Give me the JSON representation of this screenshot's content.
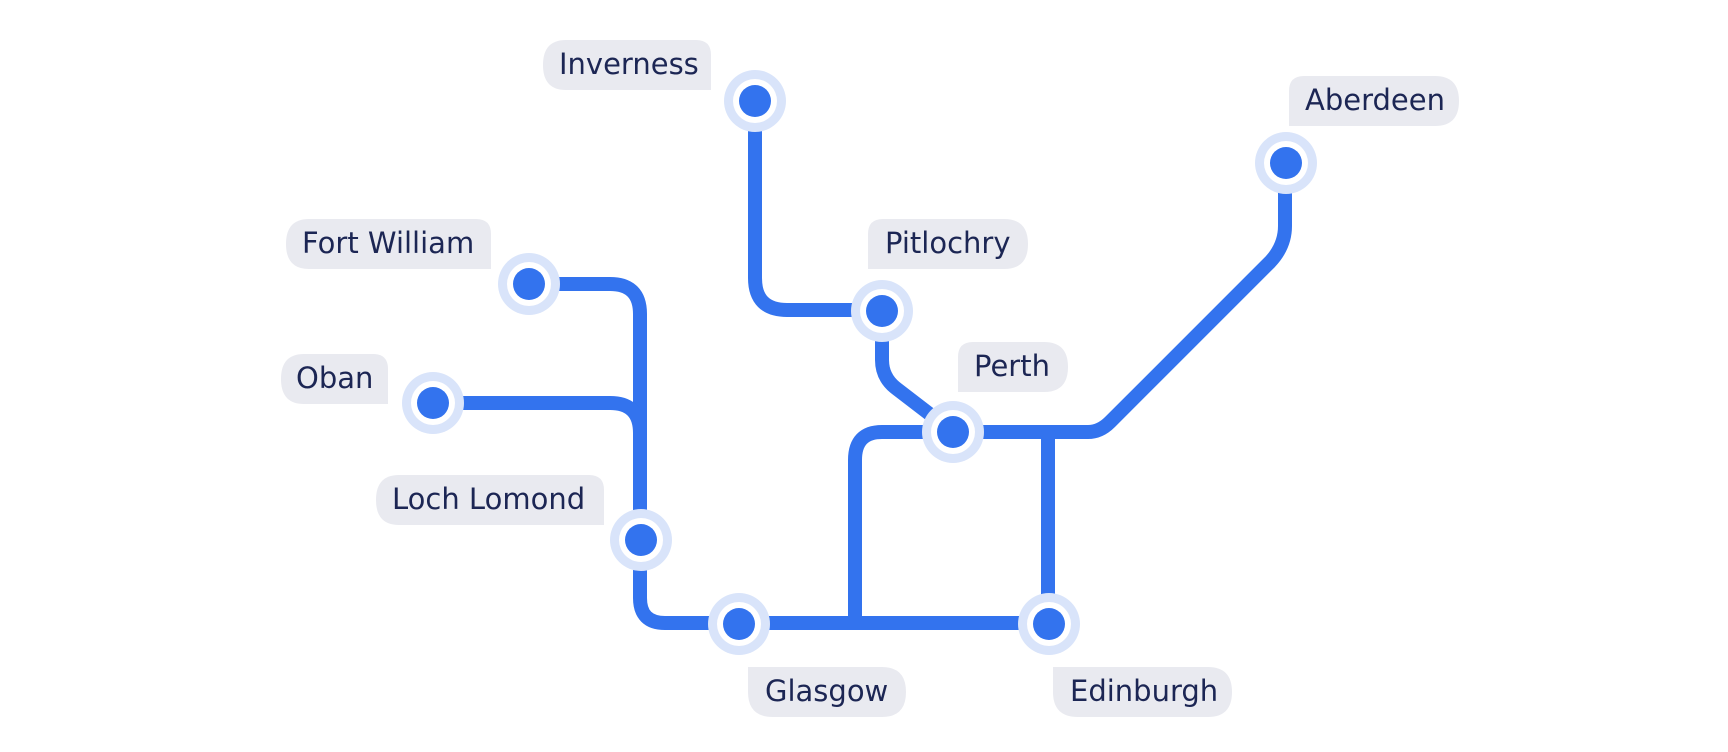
{
  "colors": {
    "route": "#3373EE",
    "station_fill": "#3373EE",
    "station_ring": "#ffffff",
    "station_halo": "#D9E4FA",
    "label_background": "#E9EAF0",
    "label_text": "#1C2654"
  },
  "stations": {
    "inverness": "Inverness",
    "aberdeen": "Aberdeen",
    "fort_william": "Fort William",
    "pitlochry": "Pitlochry",
    "perth": "Perth",
    "oban": "Oban",
    "loch_lomond": "Loch Lomond",
    "glasgow": "Glasgow",
    "edinburgh": "Edinburgh"
  }
}
